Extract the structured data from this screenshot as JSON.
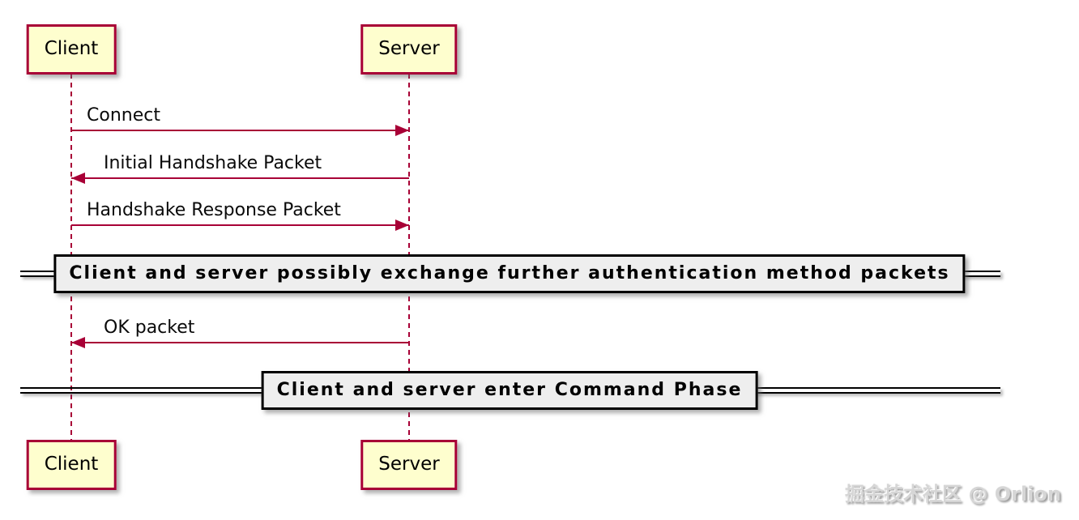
{
  "diagram": {
    "type": "sequence-diagram",
    "actors": [
      {
        "name": "Client"
      },
      {
        "name": "Server"
      }
    ],
    "messages": [
      {
        "label": "Connect",
        "from": "Client",
        "to": "Server"
      },
      {
        "label": "Initial Handshake Packet",
        "from": "Server",
        "to": "Client"
      },
      {
        "label": "Handshake Response Packet",
        "from": "Client",
        "to": "Server"
      },
      {
        "label": "OK packet",
        "from": "Server",
        "to": "Client"
      }
    ],
    "dividers": [
      {
        "label": "Client and server possibly exchange further authentication method packets"
      },
      {
        "label": "Client and server enter Command Phase"
      }
    ],
    "watermark": "掘金技术社区 @ Orlion",
    "colors": {
      "actor_fill": "#FEFECE",
      "actor_border": "#A80036",
      "arrow": "#A80036",
      "lifeline": "#A80036",
      "divider_fill": "#EEEEEE",
      "divider_border": "#000000",
      "background": "#FFFFFF",
      "watermark_gray": "#D6D6D6"
    }
  }
}
